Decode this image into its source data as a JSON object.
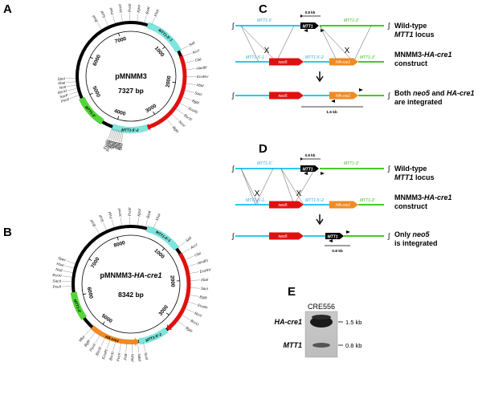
{
  "panels": {
    "a": "A",
    "b": "B",
    "c": "C",
    "d": "D",
    "e": "E"
  },
  "colors": {
    "cyan": "#7ee5dd",
    "green": "#55d43a",
    "red": "#e01010",
    "orange": "#f08a22",
    "black": "#000000",
    "line_cyan": "#2ec8f0",
    "line_green": "#44cc22"
  },
  "map_a": {
    "name": "pMNMM3",
    "size": "7327 bp",
    "ticks": [
      "1000",
      "2000",
      "3000",
      "4000",
      "5000",
      "6000",
      "7000"
    ],
    "segments": [
      "MTT1-5'-1",
      "MTT1-5'-2",
      "MTT1-3'"
    ],
    "sites_top": [
      "BsaI",
      "ScaI",
      "PvuI",
      "XmnI",
      "PvuII",
      "KpnI",
      "BsaI",
      "XhoI"
    ],
    "sites_right": [
      "SalI",
      "AccI",
      "ClaI",
      "HindIII",
      "EcoRV",
      "XbaI",
      "SacI",
      "BglII",
      "EcoRI",
      "BsrXI",
      "NcoI",
      "BglII"
    ],
    "sites_bottom": [
      "ScaI",
      "BglII",
      "MluI",
      "PstI",
      "SbfI",
      "MfeI",
      "NheI",
      "AvrII",
      "BamHI",
      "NdeI",
      "EcoRI"
    ],
    "sites_left": [
      "PvuII",
      "SacII",
      "BsrXI",
      "NotI",
      "XbaI",
      "SpeI"
    ]
  },
  "map_b": {
    "name": "pMNMM3-",
    "name_italic": "HA-cre1",
    "size": "8342 bp",
    "ticks": [
      "1000",
      "2000",
      "3000",
      "5000",
      "6000",
      "7000",
      "8000"
    ],
    "segments": [
      "MTT1-5'-1",
      "MTT1-5'-2",
      "MTT1-3'",
      "HA-cre1"
    ],
    "sites_top": [
      "BsaI",
      "ScaI",
      "PvuI",
      "XmnI",
      "PvuII",
      "KpnI",
      "BsaI",
      "XhoI"
    ],
    "sites_right": [
      "SalI",
      "AccI",
      "ClaI",
      "HindIII",
      "EcoRV",
      "XbaI",
      "SacI",
      "BglII",
      "EcoRI",
      "NcoI",
      "BsrXI",
      "BglII"
    ],
    "sites_bottom": [
      "ScaI",
      "NdeI",
      "NheI",
      "PstI",
      "PvuII",
      "BsrXI",
      "EcoRI",
      "BsrXI",
      "PvuII",
      "BglII",
      "MluI"
    ],
    "sites_left": [
      "PvuII",
      "SacII",
      "BsrXI",
      "NotI",
      "XbaI",
      "SpeI"
    ]
  },
  "panel_c": {
    "wt_5": "MTT1-5'",
    "wt_gene": "MTT1",
    "wt_3": "MTT1-3'",
    "wt_label_1": "Wild-type",
    "wt_label_2": "MTT1",
    "wt_label_3": " locus",
    "wt_size": "0.8 kb",
    "ct_seg1": "MTT1-5'-1",
    "ct_neo": "neo5",
    "ct_seg2": "MTT1-5'-2",
    "ct_cre": "HA-cre1",
    "ct_seg3": "MTT1-3'",
    "ct_label_1": "MNMM3-",
    "ct_label_1b": "HA-cre1",
    "ct_label_2": "construct",
    "cross": "X",
    "res_neo": "neo5",
    "res_cre": "HA-cre1",
    "res_label_1": "Both ",
    "res_label_1b": "neo5",
    "res_label_1c": " and ",
    "res_label_1d": "HA-cre1",
    "res_label_2": "are integrated",
    "res_size": "1.5 kb"
  },
  "panel_d": {
    "wt_5": "MTT1-5'",
    "wt_gene": "MTT1",
    "wt_3": "MTT1-3'",
    "wt_label_1": "Wild-type",
    "wt_label_2": "MTT1",
    "wt_label_3": " locus",
    "wt_size": "0.8 kb",
    "ct_seg1": "MTT1-5'-1",
    "ct_neo": "neo5",
    "ct_seg2": "MTT1-5'-2",
    "ct_cre": "HA-cre1",
    "ct_seg3": "MTT1-3'",
    "ct_label_1": "MNMM3-",
    "ct_label_1b": "HA-cre1",
    "ct_label_2": "construct",
    "cross": "X",
    "res_neo": "neo5",
    "res_gene": "MTT1",
    "res_label_1": "Only ",
    "res_label_1b": "neo5",
    "res_label_2": "is integrated",
    "res_size": "0.8 kb"
  },
  "panel_e": {
    "lane": "CRE556",
    "band1_label": "HA-cre1",
    "band2_label": "MTT1",
    "band1_size": "1.5 kb",
    "band2_size": "0.8 kb"
  }
}
